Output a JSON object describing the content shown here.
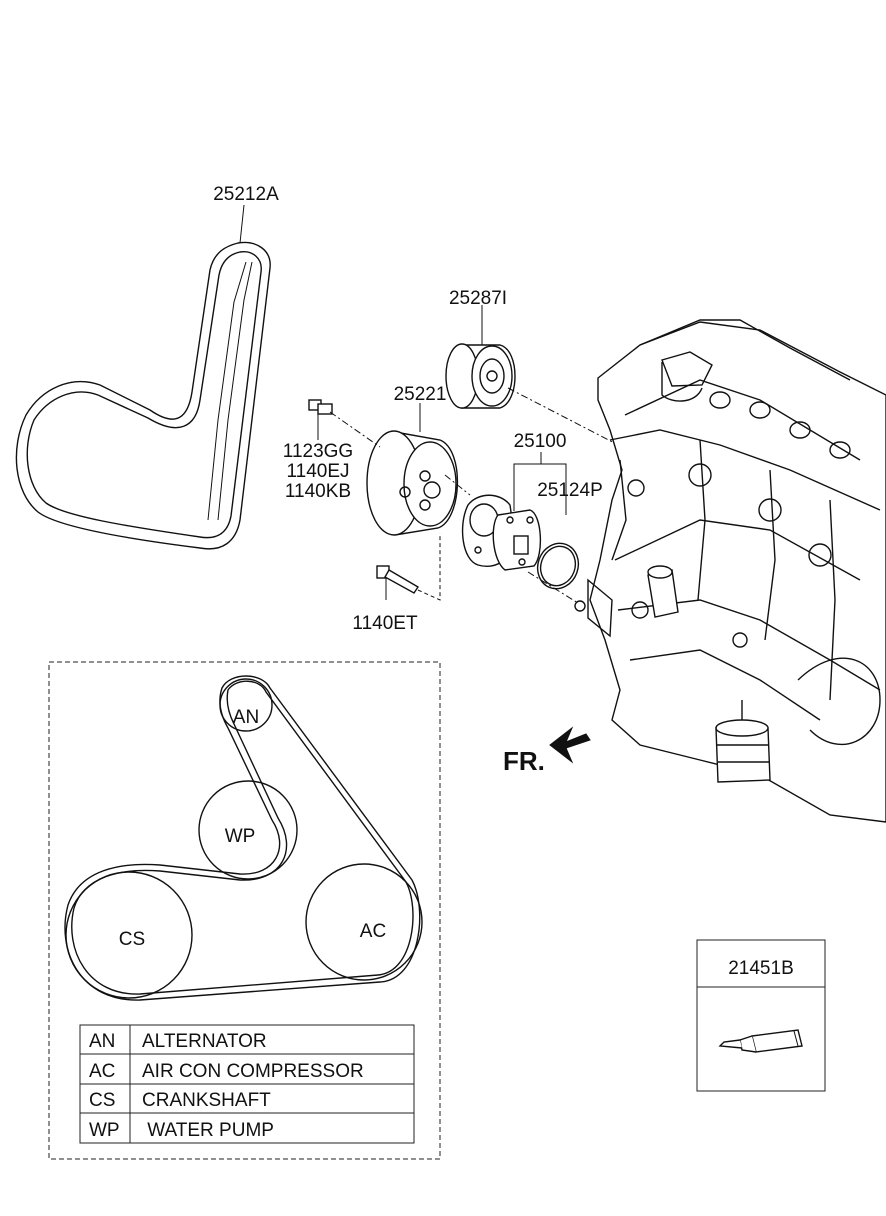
{
  "parts": {
    "belt": "25212A",
    "idler": "25287I",
    "pulley": "25221",
    "pump": "25100",
    "gasket": "25124P",
    "bolt_a": "1123GG",
    "bolt_b": "1140EJ",
    "bolt_c": "1140KB",
    "bolt_d": "1140ET",
    "sealant": "21451B"
  },
  "front_marker": "FR.",
  "routing": {
    "pulleys": [
      {
        "code": "AN"
      },
      {
        "code": "WP"
      },
      {
        "code": "CS"
      },
      {
        "code": "AC"
      }
    ]
  },
  "legend": {
    "rows": [
      {
        "code": "AN",
        "name": "ALTERNATOR"
      },
      {
        "code": "AC",
        "name": "AIR CON COMPRESSOR"
      },
      {
        "code": "CS",
        "name": "CRANKSHAFT"
      },
      {
        "code": "WP",
        "name": " WATER PUMP"
      }
    ]
  },
  "icons": [
    "belt-icon",
    "idler-pulley-icon",
    "pulley-icon",
    "water-pump-icon",
    "gasket-icon",
    "bolt-icon",
    "engine-block-icon",
    "arrow-icon",
    "sealant-tube-icon"
  ]
}
